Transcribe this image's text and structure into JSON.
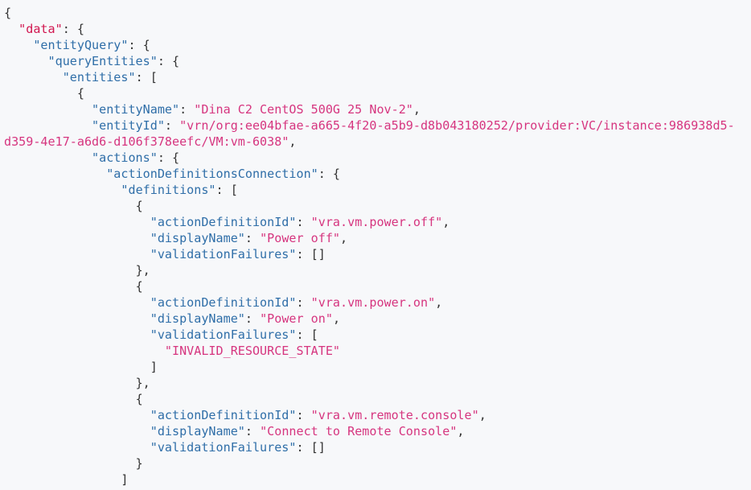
{
  "colors": {
    "key": "#2f6ea8",
    "string": "#d6357f",
    "root_key": "#d1164f",
    "punctuation": "#333333",
    "background": "#f7f8fa"
  },
  "lines": [
    {
      "indent": 0,
      "tokens": [
        {
          "t": "{",
          "c": "p"
        }
      ]
    },
    {
      "indent": 2,
      "tokens": [
        {
          "t": "\"data\"",
          "c": "r"
        },
        {
          "t": ": {",
          "c": "p"
        }
      ]
    },
    {
      "indent": 4,
      "tokens": [
        {
          "t": "\"entityQuery\"",
          "c": "k"
        },
        {
          "t": ": {",
          "c": "p"
        }
      ]
    },
    {
      "indent": 6,
      "tokens": [
        {
          "t": "\"queryEntities\"",
          "c": "k"
        },
        {
          "t": ": {",
          "c": "p"
        }
      ]
    },
    {
      "indent": 8,
      "tokens": [
        {
          "t": "\"entities\"",
          "c": "k"
        },
        {
          "t": ": [",
          "c": "p"
        }
      ]
    },
    {
      "indent": 10,
      "tokens": [
        {
          "t": "{",
          "c": "p"
        }
      ]
    },
    {
      "indent": 12,
      "tokens": [
        {
          "t": "\"entityName\"",
          "c": "k"
        },
        {
          "t": ": ",
          "c": "p"
        },
        {
          "t": "\"Dina C2 CentOS 500G 25 Nov-2\"",
          "c": "s"
        },
        {
          "t": ",",
          "c": "p"
        }
      ]
    },
    {
      "indent": 12,
      "tokens": [
        {
          "t": "\"entityId\"",
          "c": "k"
        },
        {
          "t": ": ",
          "c": "p"
        },
        {
          "t": "\"vrn/org:ee04bfae-a665-4f20-a5b9-d8b043180252/provider:VC/instance:986938d5-",
          "c": "s"
        }
      ]
    },
    {
      "indent": 0,
      "tokens": [
        {
          "t": "d359-4e17-a6d6-d106f378eefc/VM:vm-6038\"",
          "c": "s"
        },
        {
          "t": ",",
          "c": "p"
        }
      ]
    },
    {
      "indent": 12,
      "tokens": [
        {
          "t": "\"actions\"",
          "c": "k"
        },
        {
          "t": ": {",
          "c": "p"
        }
      ]
    },
    {
      "indent": 14,
      "tokens": [
        {
          "t": "\"actionDefinitionsConnection\"",
          "c": "k"
        },
        {
          "t": ": {",
          "c": "p"
        }
      ]
    },
    {
      "indent": 16,
      "tokens": [
        {
          "t": "\"definitions\"",
          "c": "k"
        },
        {
          "t": ": [",
          "c": "p"
        }
      ]
    },
    {
      "indent": 18,
      "tokens": [
        {
          "t": "{",
          "c": "p"
        }
      ]
    },
    {
      "indent": 20,
      "tokens": [
        {
          "t": "\"actionDefinitionId\"",
          "c": "k"
        },
        {
          "t": ": ",
          "c": "p"
        },
        {
          "t": "\"vra.vm.power.off\"",
          "c": "s"
        },
        {
          "t": ",",
          "c": "p"
        }
      ]
    },
    {
      "indent": 20,
      "tokens": [
        {
          "t": "\"displayName\"",
          "c": "k"
        },
        {
          "t": ": ",
          "c": "p"
        },
        {
          "t": "\"Power off\"",
          "c": "s"
        },
        {
          "t": ",",
          "c": "p"
        }
      ]
    },
    {
      "indent": 20,
      "tokens": [
        {
          "t": "\"validationFailures\"",
          "c": "k"
        },
        {
          "t": ": []",
          "c": "p"
        }
      ]
    },
    {
      "indent": 18,
      "tokens": [
        {
          "t": "},",
          "c": "p"
        }
      ]
    },
    {
      "indent": 18,
      "tokens": [
        {
          "t": "{",
          "c": "p"
        }
      ]
    },
    {
      "indent": 20,
      "tokens": [
        {
          "t": "\"actionDefinitionId\"",
          "c": "k"
        },
        {
          "t": ": ",
          "c": "p"
        },
        {
          "t": "\"vra.vm.power.on\"",
          "c": "s"
        },
        {
          "t": ",",
          "c": "p"
        }
      ]
    },
    {
      "indent": 20,
      "tokens": [
        {
          "t": "\"displayName\"",
          "c": "k"
        },
        {
          "t": ": ",
          "c": "p"
        },
        {
          "t": "\"Power on\"",
          "c": "s"
        },
        {
          "t": ",",
          "c": "p"
        }
      ]
    },
    {
      "indent": 20,
      "tokens": [
        {
          "t": "\"validationFailures\"",
          "c": "k"
        },
        {
          "t": ": [",
          "c": "p"
        }
      ]
    },
    {
      "indent": 22,
      "tokens": [
        {
          "t": "\"INVALID_RESOURCE_STATE\"",
          "c": "s"
        }
      ]
    },
    {
      "indent": 20,
      "tokens": [
        {
          "t": "]",
          "c": "p"
        }
      ]
    },
    {
      "indent": 18,
      "tokens": [
        {
          "t": "},",
          "c": "p"
        }
      ]
    },
    {
      "indent": 18,
      "tokens": [
        {
          "t": "{",
          "c": "p"
        }
      ]
    },
    {
      "indent": 20,
      "tokens": [
        {
          "t": "\"actionDefinitionId\"",
          "c": "k"
        },
        {
          "t": ": ",
          "c": "p"
        },
        {
          "t": "\"vra.vm.remote.console\"",
          "c": "s"
        },
        {
          "t": ",",
          "c": "p"
        }
      ]
    },
    {
      "indent": 20,
      "tokens": [
        {
          "t": "\"displayName\"",
          "c": "k"
        },
        {
          "t": ": ",
          "c": "p"
        },
        {
          "t": "\"Connect to Remote Console\"",
          "c": "s"
        },
        {
          "t": ",",
          "c": "p"
        }
      ]
    },
    {
      "indent": 20,
      "tokens": [
        {
          "t": "\"validationFailures\"",
          "c": "k"
        },
        {
          "t": ": []",
          "c": "p"
        }
      ]
    },
    {
      "indent": 18,
      "tokens": [
        {
          "t": "}",
          "c": "p"
        }
      ]
    },
    {
      "indent": 16,
      "tokens": [
        {
          "t": "]",
          "c": "p"
        }
      ]
    }
  ]
}
